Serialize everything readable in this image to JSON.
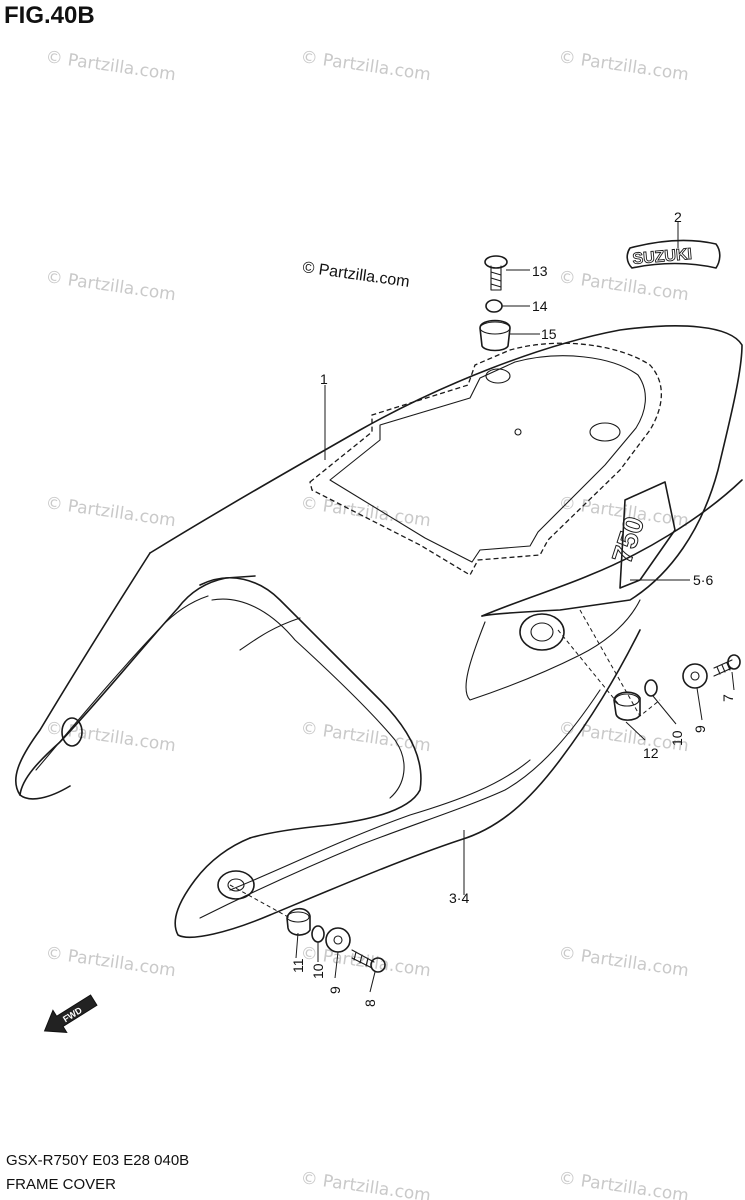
{
  "figure": {
    "title": "FIG.40B",
    "footer_code": "GSX-R750Y E03 E28  040B",
    "footer_name": "FRAME COVER",
    "credit": "© Partzilla.com",
    "watermark": "© Partzilla.com",
    "decal_text": "SUZUKI",
    "fwd_text": "FWD"
  },
  "callouts": [
    {
      "id": "c1",
      "label": "1"
    },
    {
      "id": "c2",
      "label": "2"
    },
    {
      "id": "c13",
      "label": "13"
    },
    {
      "id": "c14",
      "label": "14"
    },
    {
      "id": "c15",
      "label": "15"
    },
    {
      "id": "c56",
      "label": "5·6"
    },
    {
      "id": "c7",
      "label": "7"
    },
    {
      "id": "c9a",
      "label": "9"
    },
    {
      "id": "c10a",
      "label": "10"
    },
    {
      "id": "c12",
      "label": "12"
    },
    {
      "id": "c34",
      "label": "3·4"
    },
    {
      "id": "c11",
      "label": "11"
    },
    {
      "id": "c10b",
      "label": "10"
    },
    {
      "id": "c9b",
      "label": "9"
    },
    {
      "id": "c8",
      "label": "8"
    }
  ],
  "colors": {
    "line": "#1a1a1a",
    "watermark": "#c9c9c9",
    "background": "#ffffff"
  }
}
